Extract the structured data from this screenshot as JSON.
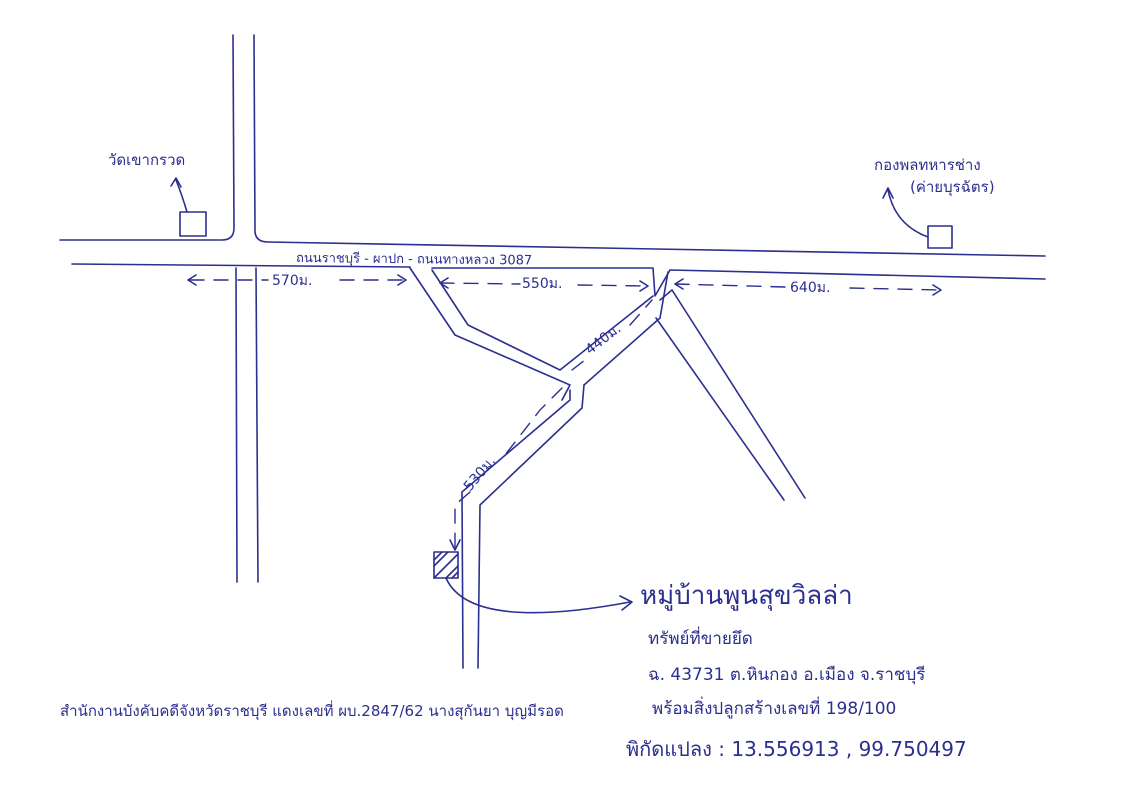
{
  "landmarks": {
    "temple": "วัดเขากรวด",
    "engineer_unit": "กองพลทหารช่าง",
    "engineer_camp": "(ค่ายบุรฉัตร)"
  },
  "road_name": "ถนนราชบุรี - ผาปก - ถนนทางหลวง 3087",
  "distances": {
    "d1": "570ม.",
    "d2": "550ม.",
    "d3": "640ม.",
    "d4": "440ม.",
    "d5": "530ม."
  },
  "property": {
    "name": "หมู่บ้านพูนสุขวิลล่า",
    "subtitle": "ทรัพย์ที่ขายยึด",
    "deed": "ฉ. 43731 ต.หินกอง อ.เมือง จ.ราชบุรี",
    "building": "พร้อมสิ่งปลูกสร้างเลขที่ 198/100",
    "coordinates": "พิกัดแปลง : 13.556913 , 99.750497"
  },
  "court_note": "สำนักงานบังคับคดีจังหวัดราชบุรี แดงเลขที่ ผบ.2847/62 นางสุกันยา บุญมีรอด",
  "colors": {
    "ink": "#2b2f8f"
  }
}
